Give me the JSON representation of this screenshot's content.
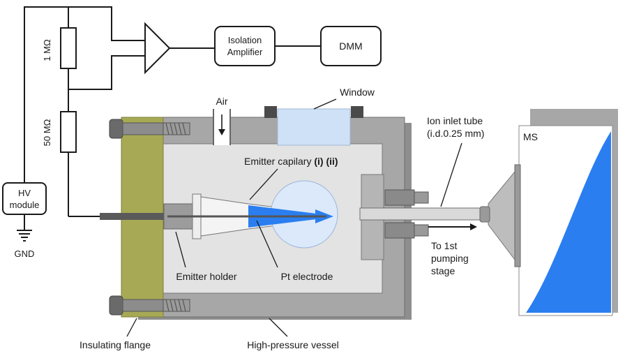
{
  "labels": {
    "r1": "1 MΩ",
    "r2": "50 MΩ",
    "hv_line1": "HV",
    "hv_line2": "module",
    "gnd": "GND",
    "iso_line1": "Isolation",
    "iso_line2": "Amplifier",
    "dmm": "DMM",
    "air": "Air",
    "window": "Window",
    "emitter_cap_prefix": "Emitter capilary ",
    "emitter_cap_bold": "(i) (ii)",
    "emitter_holder": "Emitter holder",
    "pt_electrode": "Pt electrode",
    "ion_inlet_line1": "Ion inlet tube",
    "ion_inlet_line2": "(i.d.0.25 mm)",
    "pump_line1": "To 1st",
    "pump_line2": "pumping",
    "pump_line3": "stage",
    "ms": "MS",
    "insulating_flange": "Insulating flange",
    "vessel": "High-pressure vessel"
  },
  "colors": {
    "vessel_wall": "#a7a7a7",
    "vessel_inner": "#e3e3e3",
    "flange": "#a7a955",
    "window": "#cfe1f7",
    "spray_blue": "#2a7ef0",
    "circle_fill": "#dce9fb",
    "ms_body": "#bdbdbd",
    "line": "#1a1a1a"
  }
}
